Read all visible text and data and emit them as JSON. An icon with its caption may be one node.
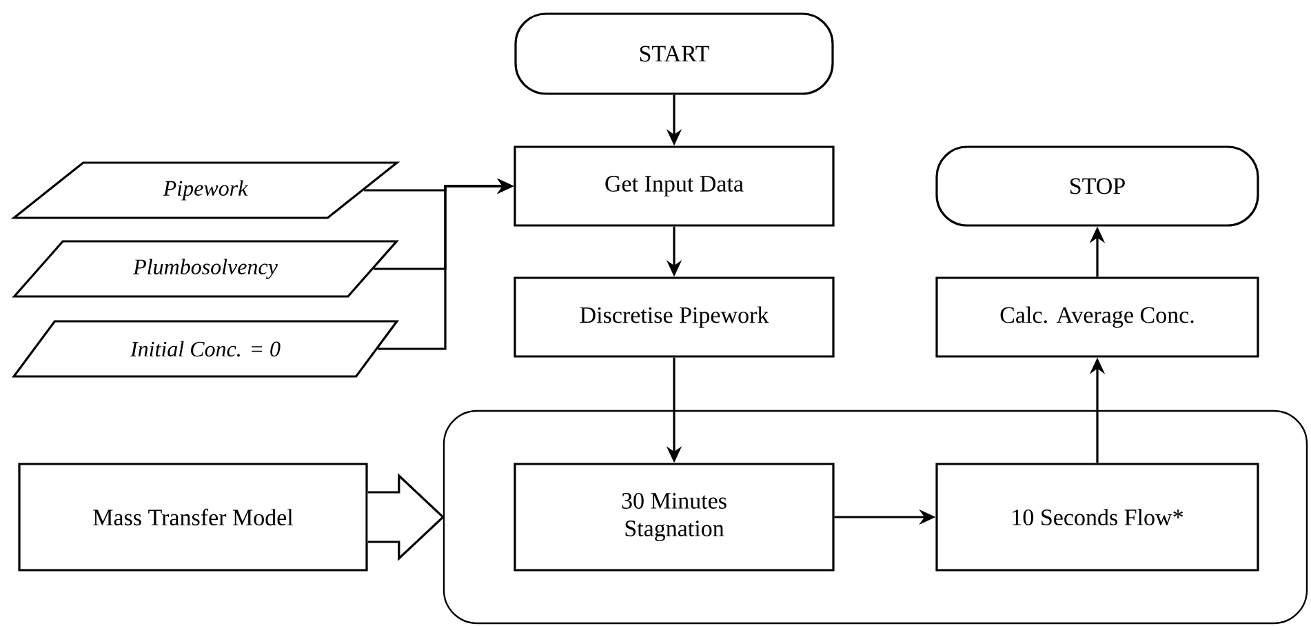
{
  "diagram": {
    "nodes": [
      {
        "text": [
          "START"
        ]
      },
      {
        "text": [
          "Get Input Data"
        ]
      },
      {
        "text": [
          "Pipework"
        ]
      },
      {
        "text": [
          "Plumbosolvency"
        ]
      },
      {
        "text": [
          "Initial Conc. = 0"
        ]
      },
      {
        "text": [
          "Discretise Pipework"
        ]
      },
      {
        "text": [
          "STOP"
        ]
      },
      {
        "text": [
          "Calc. Average Conc."
        ]
      },
      {
        "text": [
          "Mass Transfer Model"
        ]
      },
      {
        "text": [],
        "shape": "box"
      },
      {
        "text": [
          "30 Minutes Stagnation"
        ],
        "in": 9
      },
      {
        "text": [
          "10 Seconds Flow*"
        ],
        "in": 9
      }
    ],
    "edges": [
      {
        "from": 0,
        "to": 1,
        "arrow": "to"
      },
      {
        "from": 2,
        "to": 1,
        "arrow": "to"
      },
      {
        "from": 3,
        "to": 1,
        "arrow": "to"
      },
      {
        "from": 4,
        "to": 1,
        "arrow": "to"
      },
      {
        "from": 1,
        "to": 5,
        "arrow": "to"
      },
      {
        "from": 5,
        "to": 10,
        "arrow": "to"
      },
      {
        "from": 10,
        "to": 11,
        "arrow": "to"
      },
      {
        "from": 11,
        "to": 7,
        "arrow": "to"
      },
      {
        "from": 7,
        "to": 6,
        "arrow": "to"
      },
      {
        "from": 8,
        "to": 9,
        "arrow": "to",
        "style": "thick"
      }
    ]
  }
}
